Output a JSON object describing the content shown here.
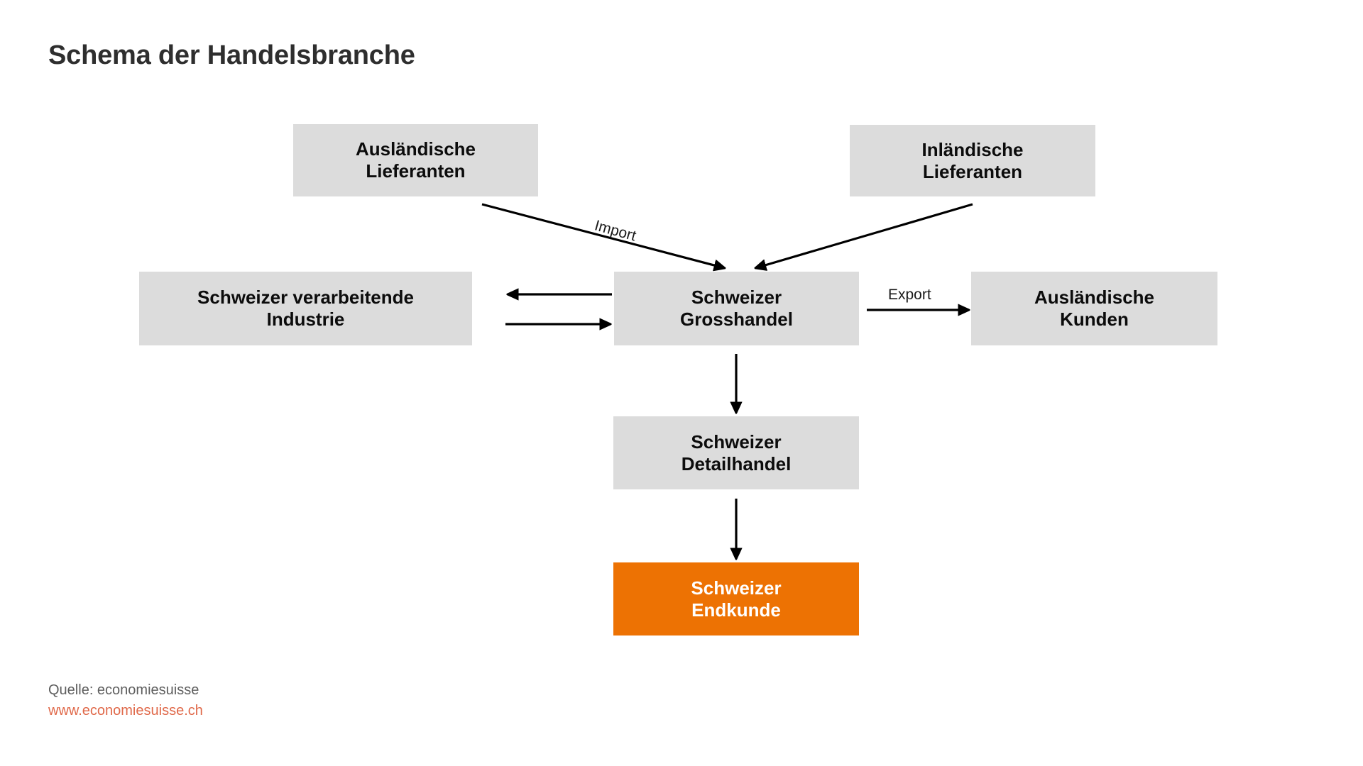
{
  "title": "Schema der Handelsbranche",
  "colors": {
    "box_fill": "#dcdcdc",
    "accent_fill": "#ed7203",
    "accent_text": "#ffffff",
    "box_text": "#0c0c0c",
    "title_text": "#2e2e2e",
    "edge": "#000000",
    "footer_source_text": "#5e5e5e",
    "footer_url_text": "#e0694a",
    "background": "#ffffff"
  },
  "nodes": {
    "auslaendische_lieferanten": "Ausländische\nLieferanten",
    "inlaendische_lieferanten": "Inländische\nLieferanten",
    "verarbeitende_industrie": "Schweizer verarbeitende\nIndustrie",
    "grosshandel": "Schweizer\nGrosshandel",
    "auslaendische_kunden": "Ausländische\nKunden",
    "detailhandel": "Schweizer\nDetailhandel",
    "endkunde": "Schweizer\nEndkunde"
  },
  "edge_labels": {
    "import": "Import",
    "export": "Export"
  },
  "edges": [
    {
      "from": "auslaendische_lieferanten",
      "to": "grosshandel",
      "label": "Import",
      "direction": "one-way"
    },
    {
      "from": "inlaendische_lieferanten",
      "to": "grosshandel",
      "label": "",
      "direction": "one-way"
    },
    {
      "from": "grosshandel",
      "to": "verarbeitende_industrie",
      "label": "",
      "direction": "one-way"
    },
    {
      "from": "verarbeitende_industrie",
      "to": "grosshandel",
      "label": "",
      "direction": "one-way"
    },
    {
      "from": "grosshandel",
      "to": "auslaendische_kunden",
      "label": "Export",
      "direction": "one-way"
    },
    {
      "from": "grosshandel",
      "to": "detailhandel",
      "label": "",
      "direction": "one-way"
    },
    {
      "from": "detailhandel",
      "to": "endkunde",
      "label": "",
      "direction": "one-way"
    }
  ],
  "footer": {
    "source": "Quelle: economiesuisse",
    "url": "www.economiesuisse.ch"
  }
}
